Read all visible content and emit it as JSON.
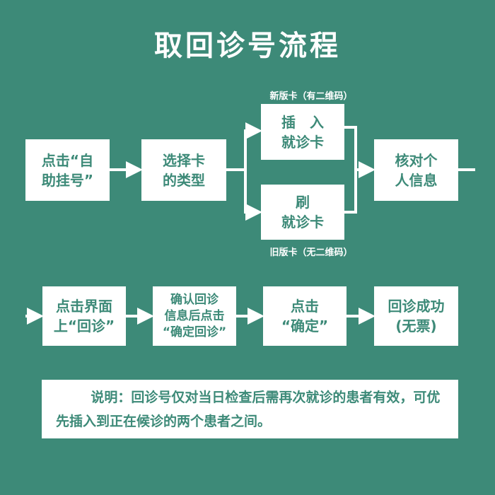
{
  "title": "取回诊号流程",
  "row1": {
    "step1": "点击“自\n助挂号”",
    "step2": "选择卡\n的类型",
    "option_new": "插　入\n就诊卡",
    "option_new_caption": "新版卡（有二维码）",
    "option_old": "刷\n就诊卡",
    "option_old_caption": "旧版卡（无二维码）",
    "step3": "核对个\n人信息"
  },
  "row2": {
    "step4": "点击界面\n上“回诊”",
    "step5": "确认回诊\n信息后点击\n“确定回诊”",
    "step6": "点击\n“确定”",
    "step7": "回诊成功\n(无票)"
  },
  "note": "说明：回诊号仅对当日检查后需再次就诊的患者有效，可优先插入到正在候诊的两个患者之间。",
  "colors": {
    "background": "#3d8a78",
    "box": "#ffffff",
    "text": "#3d8a78"
  }
}
